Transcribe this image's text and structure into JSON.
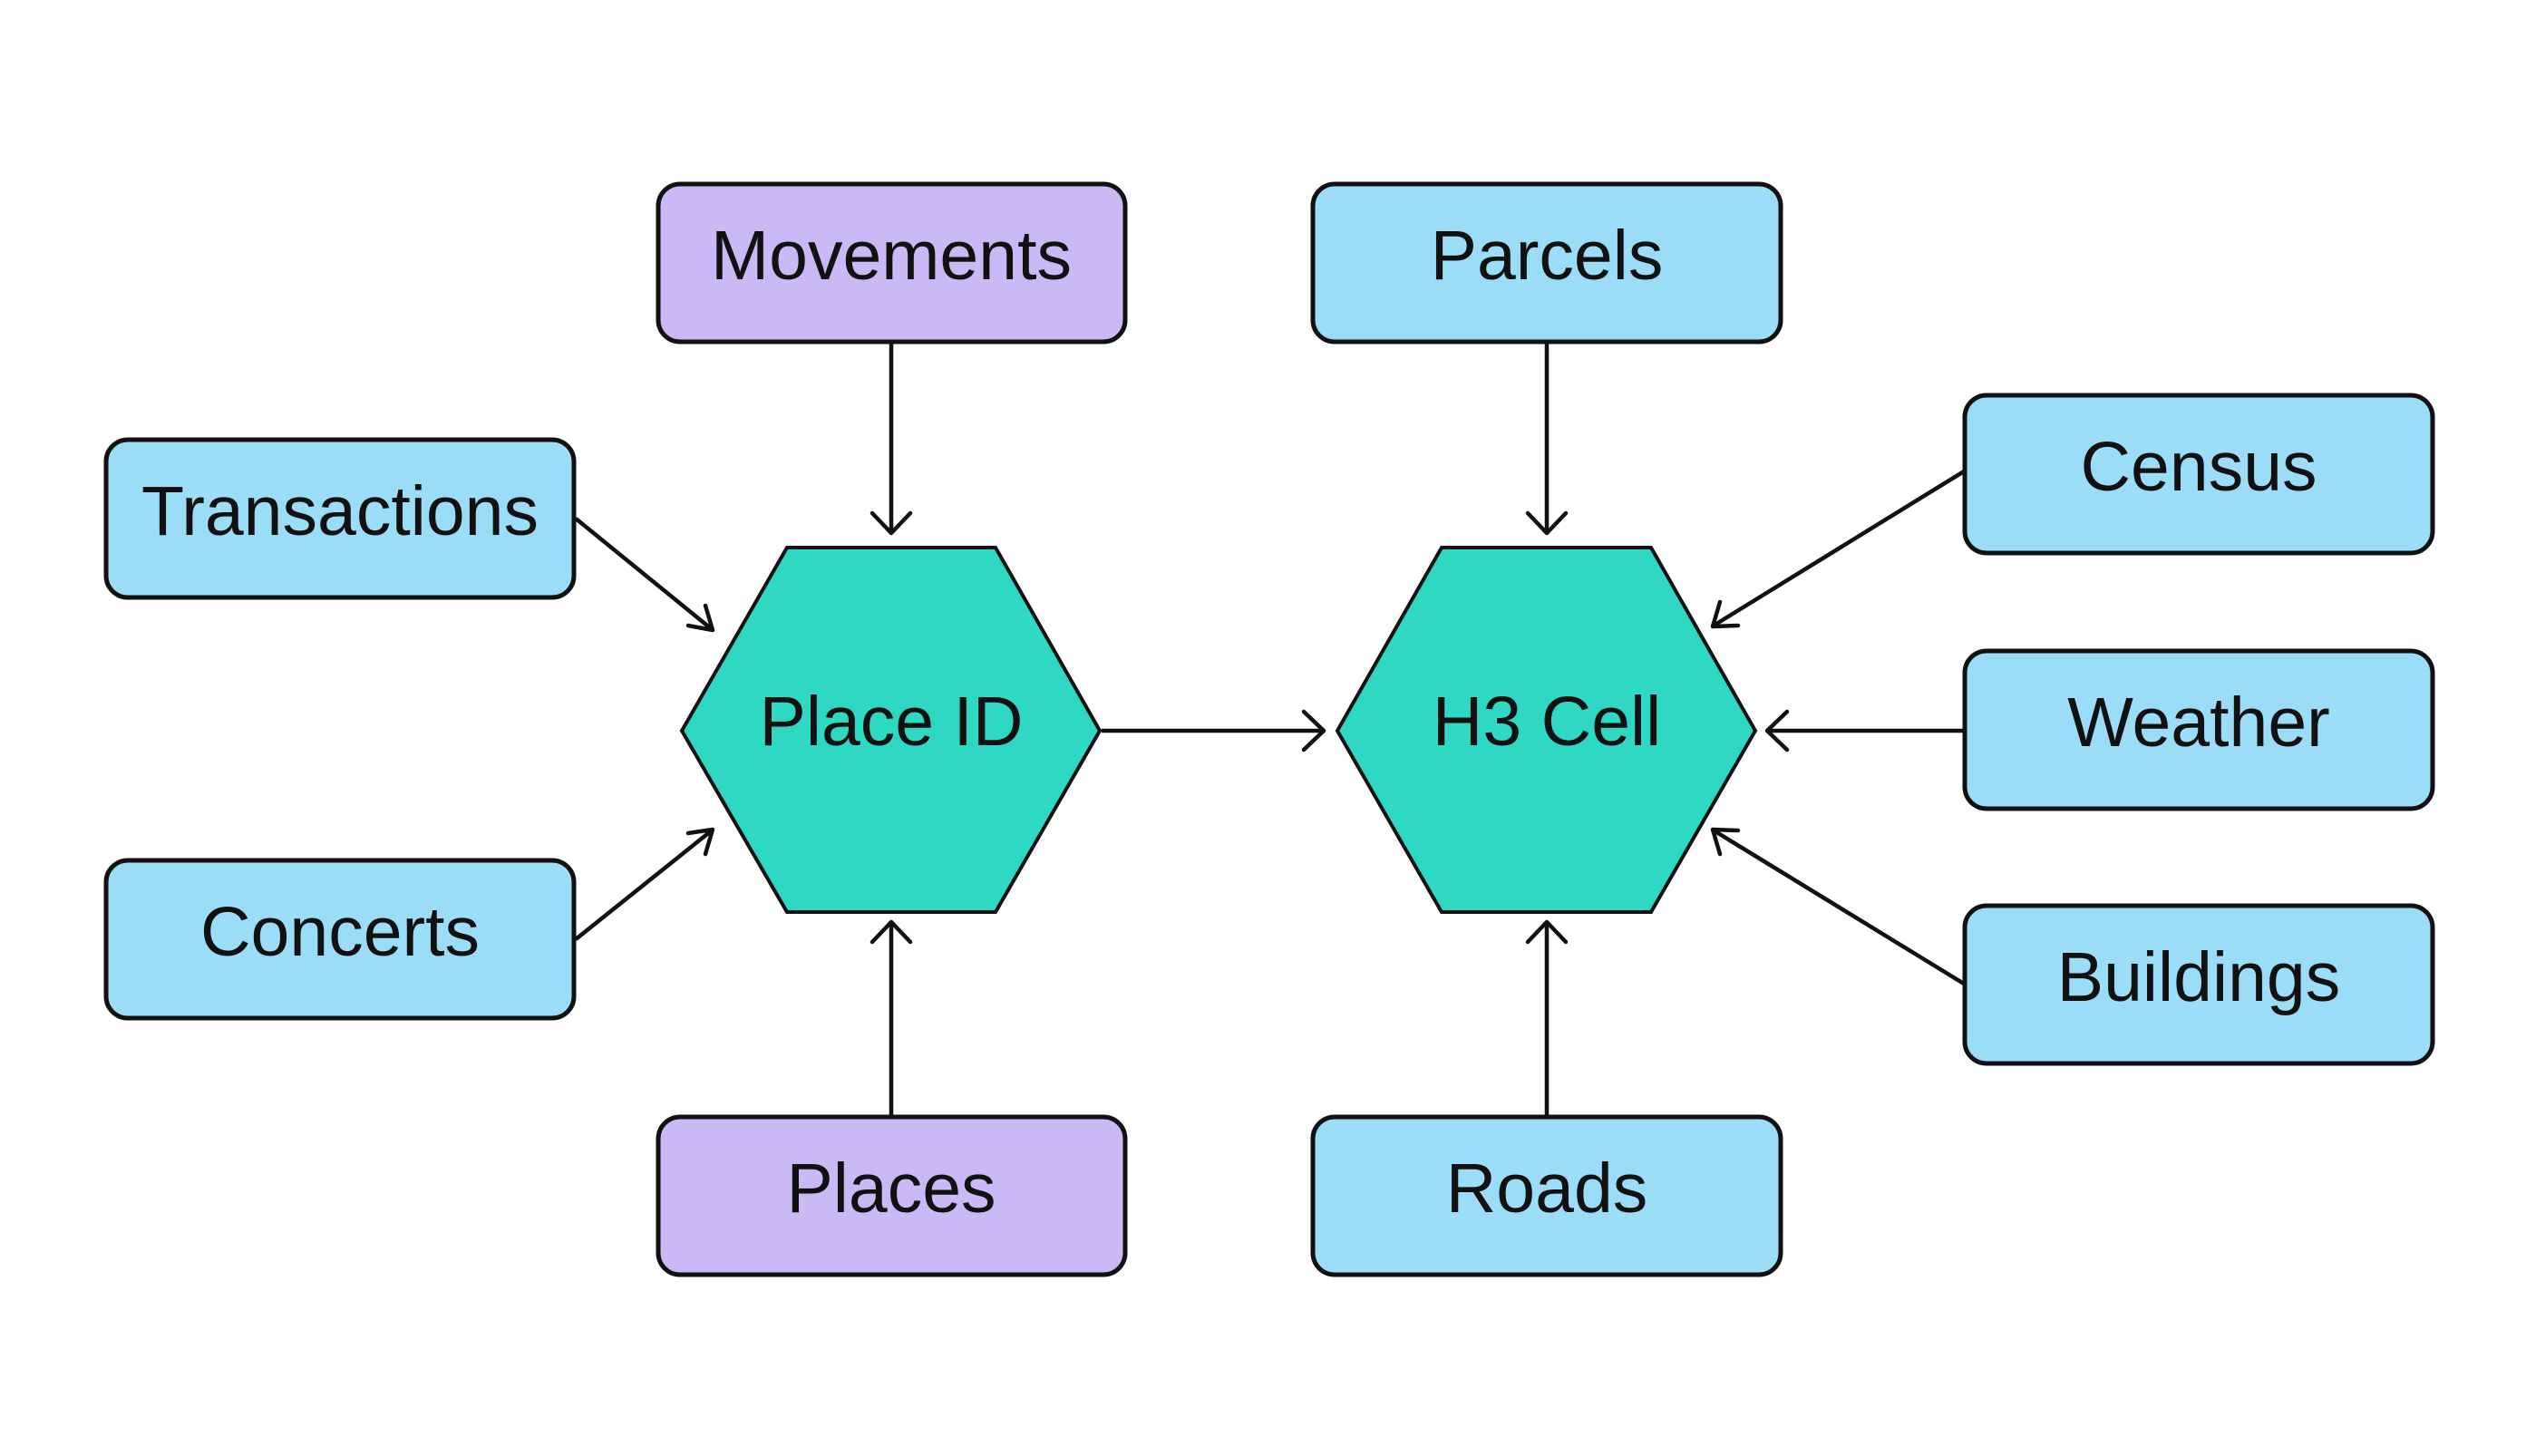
{
  "colors": {
    "blue_box": "#9bdcf6",
    "purple_box": "#cab9f5",
    "hexagon": "#2ed8c3",
    "stroke": "#111111"
  },
  "hubs": {
    "place_id": "Place ID",
    "h3_cell": "H3 Cell"
  },
  "sources": {
    "movements": "Movements",
    "transactions": "Transactions",
    "concerts": "Concerts",
    "places": "Places",
    "parcels": "Parcels",
    "census": "Census",
    "weather": "Weather",
    "buildings": "Buildings",
    "roads": "Roads"
  },
  "connections": [
    [
      "Movements",
      "Place ID"
    ],
    [
      "Transactions",
      "Place ID"
    ],
    [
      "Concerts",
      "Place ID"
    ],
    [
      "Places",
      "Place ID"
    ],
    [
      "Place ID",
      "H3 Cell"
    ],
    [
      "Parcels",
      "H3 Cell"
    ],
    [
      "Census",
      "H3 Cell"
    ],
    [
      "Weather",
      "H3 Cell"
    ],
    [
      "Buildings",
      "H3 Cell"
    ],
    [
      "Roads",
      "H3 Cell"
    ]
  ]
}
